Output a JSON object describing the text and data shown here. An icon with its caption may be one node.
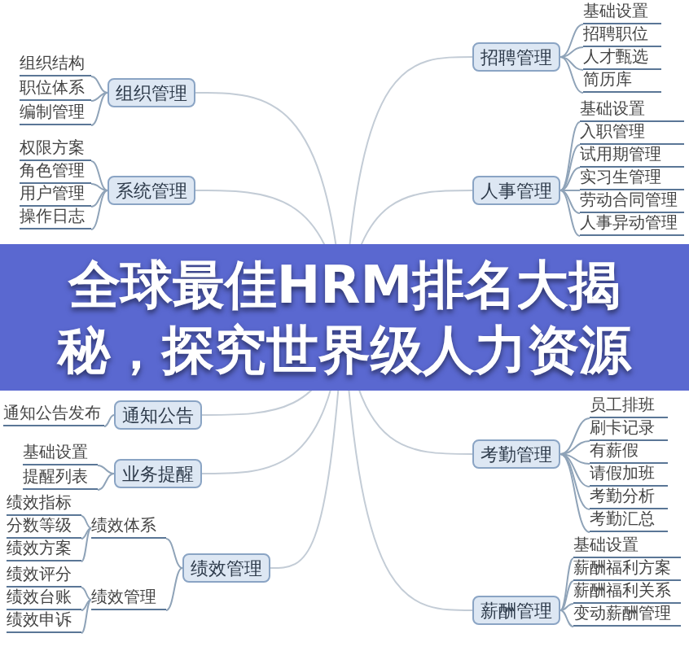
{
  "diagram": {
    "title": "全球最佳HRM排名大揭秘，探究世界级人力资源",
    "nodes": [
      {
        "text": [
          "组织管理"
        ]
      },
      {
        "text": [
          "组织结构"
        ]
      },
      {
        "text": [
          "职位体系"
        ]
      },
      {
        "text": [
          "编制管理"
        ]
      },
      {
        "text": [
          "系统管理"
        ]
      },
      {
        "text": [
          "权限方案"
        ]
      },
      {
        "text": [
          "角色管理"
        ]
      },
      {
        "text": [
          "用户管理"
        ]
      },
      {
        "text": [
          "操作日志"
        ]
      },
      {
        "text": [
          "招聘管理"
        ]
      },
      {
        "text": [
          "基础设置"
        ]
      },
      {
        "text": [
          "招聘职位"
        ]
      },
      {
        "text": [
          "人才甄选"
        ]
      },
      {
        "text": [
          "简历库"
        ]
      },
      {
        "text": [
          "人事管理"
        ]
      },
      {
        "text": [
          "基础设置"
        ]
      },
      {
        "text": [
          "入职管理"
        ]
      },
      {
        "text": [
          "试用期管理"
        ]
      },
      {
        "text": [
          "实习生管理"
        ]
      },
      {
        "text": [
          "劳动合同管理"
        ]
      },
      {
        "text": [
          "人事异动管理"
        ]
      },
      {
        "text": [
          "通知公告"
        ]
      },
      {
        "text": [
          "通知公告发布"
        ]
      },
      {
        "text": [
          "业务提醒"
        ]
      },
      {
        "text": [
          "基础设置"
        ]
      },
      {
        "text": [
          "提醒列表"
        ]
      },
      {
        "text": [
          "绩效管理"
        ]
      },
      {
        "text": [
          "绩效体系"
        ]
      },
      {
        "text": [
          "绩效指标"
        ]
      },
      {
        "text": [
          "分数等级"
        ]
      },
      {
        "text": [
          "绩效方案"
        ]
      },
      {
        "text": [
          "绩效管理"
        ]
      },
      {
        "text": [
          "绩效评分"
        ]
      },
      {
        "text": [
          "绩效台账"
        ]
      },
      {
        "text": [
          "绩效申诉"
        ]
      },
      {
        "text": [
          "考勤管理"
        ]
      },
      {
        "text": [
          "员工排班"
        ]
      },
      {
        "text": [
          "刷卡记录"
        ]
      },
      {
        "text": [
          "有薪假"
        ]
      },
      {
        "text": [
          "请假加班"
        ]
      },
      {
        "text": [
          "考勤分析"
        ]
      },
      {
        "text": [
          "考勤汇总"
        ]
      },
      {
        "text": [
          "薪酬管理"
        ]
      },
      {
        "text": [
          "基础设置"
        ]
      },
      {
        "text": [
          "薪酬福利方案"
        ]
      },
      {
        "text": [
          "薪酬福利关系"
        ]
      },
      {
        "text": [
          "变动薪酬管理"
        ]
      }
    ],
    "edges": [
      {
        "from": null,
        "to": 0,
        "arrow": "none"
      },
      {
        "from": null,
        "to": 4,
        "arrow": "none"
      },
      {
        "from": null,
        "to": 9,
        "arrow": "none"
      },
      {
        "from": null,
        "to": 14,
        "arrow": "none"
      },
      {
        "from": null,
        "to": 21,
        "arrow": "none"
      },
      {
        "from": null,
        "to": 23,
        "arrow": "none"
      },
      {
        "from": null,
        "to": 26,
        "arrow": "none"
      },
      {
        "from": null,
        "to": 35,
        "arrow": "none"
      },
      {
        "from": null,
        "to": 42,
        "arrow": "none"
      },
      {
        "from": 0,
        "to": 1,
        "arrow": "none"
      },
      {
        "from": 0,
        "to": 2,
        "arrow": "none"
      },
      {
        "from": 0,
        "to": 3,
        "arrow": "none"
      },
      {
        "from": 4,
        "to": 5,
        "arrow": "none"
      },
      {
        "from": 4,
        "to": 6,
        "arrow": "none"
      },
      {
        "from": 4,
        "to": 7,
        "arrow": "none"
      },
      {
        "from": 4,
        "to": 8,
        "arrow": "none"
      },
      {
        "from": 9,
        "to": 10,
        "arrow": "none"
      },
      {
        "from": 9,
        "to": 11,
        "arrow": "none"
      },
      {
        "from": 9,
        "to": 12,
        "arrow": "none"
      },
      {
        "from": 9,
        "to": 13,
        "arrow": "none"
      },
      {
        "from": 14,
        "to": 15,
        "arrow": "none"
      },
      {
        "from": 14,
        "to": 16,
        "arrow": "none"
      },
      {
        "from": 14,
        "to": 17,
        "arrow": "none"
      },
      {
        "from": 14,
        "to": 18,
        "arrow": "none"
      },
      {
        "from": 14,
        "to": 19,
        "arrow": "none"
      },
      {
        "from": 14,
        "to": 20,
        "arrow": "none"
      },
      {
        "from": 21,
        "to": 22,
        "arrow": "none"
      },
      {
        "from": 23,
        "to": 24,
        "arrow": "none"
      },
      {
        "from": 23,
        "to": 25,
        "arrow": "none"
      },
      {
        "from": 26,
        "to": 27,
        "arrow": "none"
      },
      {
        "from": 26,
        "to": 31,
        "arrow": "none"
      },
      {
        "from": 27,
        "to": 28,
        "arrow": "none"
      },
      {
        "from": 27,
        "to": 29,
        "arrow": "none"
      },
      {
        "from": 27,
        "to": 30,
        "arrow": "none"
      },
      {
        "from": 31,
        "to": 32,
        "arrow": "none"
      },
      {
        "from": 31,
        "to": 33,
        "arrow": "none"
      },
      {
        "from": 31,
        "to": 34,
        "arrow": "none"
      },
      {
        "from": 35,
        "to": 36,
        "arrow": "none"
      },
      {
        "from": 35,
        "to": 37,
        "arrow": "none"
      },
      {
        "from": 35,
        "to": 38,
        "arrow": "none"
      },
      {
        "from": 35,
        "to": 39,
        "arrow": "none"
      },
      {
        "from": 35,
        "to": 40,
        "arrow": "none"
      },
      {
        "from": 35,
        "to": 41,
        "arrow": "none"
      },
      {
        "from": 42,
        "to": 43,
        "arrow": "none"
      },
      {
        "from": 42,
        "to": 44,
        "arrow": "none"
      },
      {
        "from": 42,
        "to": 45,
        "arrow": "none"
      },
      {
        "from": 42,
        "to": 46,
        "arrow": "none"
      }
    ]
  }
}
